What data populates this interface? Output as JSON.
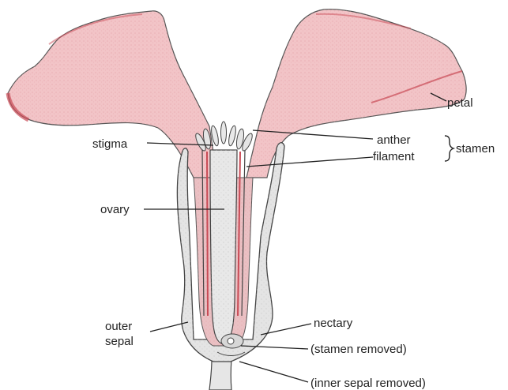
{
  "diagram": {
    "labels": {
      "petal": "petal",
      "stigma": "stigma",
      "anther": "anther",
      "filament": "filament",
      "stamen": "stamen",
      "ovary": "ovary",
      "outer_sepal_line1": "outer",
      "outer_sepal_line2": "sepal",
      "nectary": "nectary",
      "stamen_removed": "(stamen removed)",
      "inner_sepal_removed": "(inner sepal removed)"
    },
    "colors": {
      "petal_fill": "#f2c4c7",
      "petal_edge": "#c94a55",
      "tissue_fill": "#e4e4e4",
      "tissue_stroke": "#444444",
      "pink_tissue": "#e7a9ae",
      "line": "#222222"
    }
  }
}
